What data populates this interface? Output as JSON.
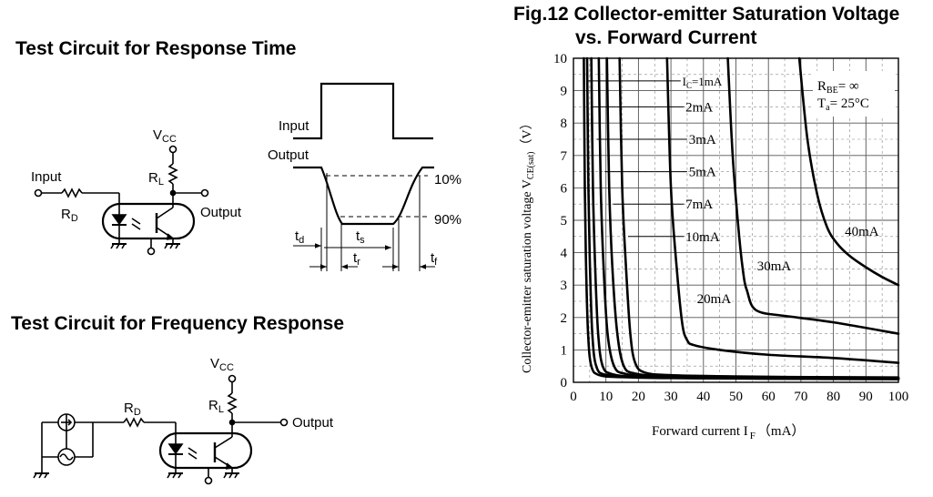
{
  "circuit_titles": {
    "response_time": "Test Circuit for Response Time",
    "frequency_response": "Test Circuit for Frequency Response"
  },
  "response_circuit": {
    "input": "Input",
    "output": "Output",
    "vcc_main": "V",
    "vcc_sub": "CC",
    "rl_main": "R",
    "rl_sub": "L",
    "rd_main": "R",
    "rd_sub": "D"
  },
  "waveform": {
    "input": "Input",
    "output": "Output",
    "pct10": "10%",
    "pct90": "90%",
    "td_main": "t",
    "td_sub": "d",
    "ts_main": "t",
    "ts_sub": "s",
    "tr_main": "t",
    "tr_sub": "r",
    "tf_main": "t",
    "tf_sub": "f"
  },
  "frequency_circuit": {
    "output": "Output",
    "vcc_main": "V",
    "vcc_sub": "CC",
    "rl_main": "R",
    "rl_sub": "L",
    "rd_main": "R",
    "rd_sub": "D"
  },
  "chart_data": {
    "type": "line",
    "title_line1": "Fig.12 Collector-emitter Saturation Voltage",
    "title_line2": "vs. Forward Current",
    "xlabel_main": "Forward current I",
    "xlabel_sub": "F",
    "xlabel_unit": "（mA）",
    "ylabel_main": "Collector-emitter saturation voltage V",
    "ylabel_sub": "CE(sat)",
    "ylabel_unit": "（V）",
    "xlim": [
      0,
      100
    ],
    "ylim": [
      0,
      10
    ],
    "xticks": [
      "0",
      "10",
      "20",
      "30",
      "40",
      "50",
      "60",
      "70",
      "80",
      "90",
      "100"
    ],
    "yticks": [
      "0",
      "1",
      "2",
      "3",
      "4",
      "5",
      "6",
      "7",
      "8",
      "9",
      "10"
    ],
    "grid": true,
    "conditions": {
      "rbe_main": "R",
      "rbe_sub": "BE",
      "rbe_val": "= ∞",
      "ta_main": "T",
      "ta_sub": "a",
      "ta_val": "= 25°C"
    },
    "series": [
      {
        "name": "IC=1mA",
        "x": [
          3.2,
          3.5,
          3.9,
          4.5,
          5.5,
          8,
          15,
          30,
          60,
          100
        ],
        "y": [
          10,
          6,
          3.5,
          1.5,
          0.5,
          0.22,
          0.16,
          0.13,
          0.11,
          0.1
        ]
      },
      {
        "name": "2mA",
        "x": [
          4.2,
          4.6,
          5.1,
          5.8,
          7,
          10,
          20,
          40,
          70,
          100
        ],
        "y": [
          10,
          6,
          3.5,
          1.5,
          0.5,
          0.23,
          0.16,
          0.13,
          0.11,
          0.1
        ]
      },
      {
        "name": "3mA",
        "x": [
          5.5,
          6,
          6.7,
          7.6,
          9,
          12,
          20,
          40,
          70,
          100
        ],
        "y": [
          10,
          6,
          3.5,
          1.5,
          0.5,
          0.25,
          0.17,
          0.14,
          0.12,
          0.11
        ]
      },
      {
        "name": "5mA",
        "x": [
          7.8,
          8.4,
          9.3,
          10.5,
          12.5,
          16,
          25,
          45,
          70,
          100
        ],
        "y": [
          10,
          6,
          3.5,
          1.5,
          0.5,
          0.26,
          0.18,
          0.15,
          0.13,
          0.12
        ]
      },
      {
        "name": "7mA",
        "x": [
          10.3,
          11,
          12,
          13.5,
          15.5,
          19,
          28,
          50,
          75,
          100
        ],
        "y": [
          10,
          6,
          3.5,
          1.5,
          0.5,
          0.27,
          0.19,
          0.16,
          0.14,
          0.13
        ]
      },
      {
        "name": "10mA",
        "x": [
          14.2,
          15,
          16.2,
          17.5,
          19,
          22,
          30,
          50,
          75,
          100
        ],
        "y": [
          10,
          6,
          3.5,
          1.5,
          0.6,
          0.3,
          0.22,
          0.18,
          0.16,
          0.15
        ]
      },
      {
        "name": "20mA",
        "x": [
          28.8,
          30,
          31.8,
          33.5,
          35,
          37,
          45,
          60,
          80,
          100
        ],
        "y": [
          10,
          6,
          3.5,
          1.8,
          1.3,
          1.15,
          1.0,
          0.85,
          0.75,
          0.6
        ]
      },
      {
        "name": "30mA",
        "x": [
          47.5,
          49,
          51,
          52.5,
          53.5,
          55,
          58,
          65,
          80,
          100
        ],
        "y": [
          10,
          7,
          4.5,
          3.2,
          2.8,
          2.35,
          2.15,
          2.05,
          1.85,
          1.5
        ]
      },
      {
        "name": "40mA",
        "x": [
          69.5,
          72,
          75,
          78,
          81,
          85,
          90,
          95,
          100
        ],
        "y": [
          10,
          7.5,
          5.8,
          4.8,
          4.3,
          3.9,
          3.55,
          3.25,
          3.0
        ]
      }
    ],
    "annotations": [
      "I<sub>C</sub>=1mA",
      "2mA",
      "3mA",
      "5mA",
      "7mA",
      "10mA",
      "20mA",
      "30mA",
      "40mA"
    ]
  }
}
